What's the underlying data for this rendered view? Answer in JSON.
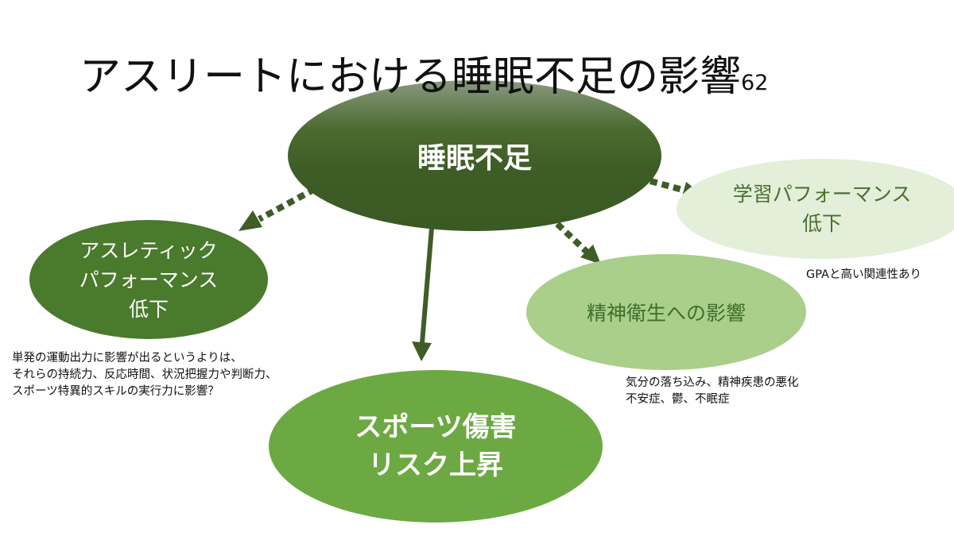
{
  "title": {
    "text": "アスリートにおける睡眠不足の影響",
    "superscript": "62"
  },
  "nodes": {
    "sleep": {
      "label": "睡眠不足"
    },
    "athletic": {
      "line1": "アスレティック",
      "line2": "パフォーマンス",
      "line3": "低下"
    },
    "academic": {
      "line1": "学習パフォーマンス",
      "line2": "低下"
    },
    "mental": {
      "label": "精神衛生への影響"
    },
    "injury": {
      "line1": "スポーツ傷害",
      "line2": "リスク上昇"
    }
  },
  "notes": {
    "athletic": [
      "単発の運動出力に影響が出るというよりは、",
      "それらの持続力、反応時間、状況把握力や判断力、",
      "スポーツ特異的スキルの実行力に影響？"
    ],
    "academic": [
      "GPAと高い関連性あり"
    ],
    "mental": [
      "気分の落ち込み、精神疾患の悪化",
      "不安症、鬱、不眠症"
    ]
  },
  "colors": {
    "arrow": "#3e5d27",
    "sleep_node": "#3d5c26",
    "athletic_node": "#4a7a2c",
    "academic_node": "#e3efd8",
    "mental_node": "#a9cf8b",
    "injury_node": "#6da943"
  },
  "edges": [
    {
      "from": "sleep",
      "to": "athletic",
      "style": "dashed"
    },
    {
      "from": "sleep",
      "to": "injury",
      "style": "solid"
    },
    {
      "from": "sleep",
      "to": "mental",
      "style": "dashed"
    },
    {
      "from": "sleep",
      "to": "academic",
      "style": "dashed"
    }
  ]
}
